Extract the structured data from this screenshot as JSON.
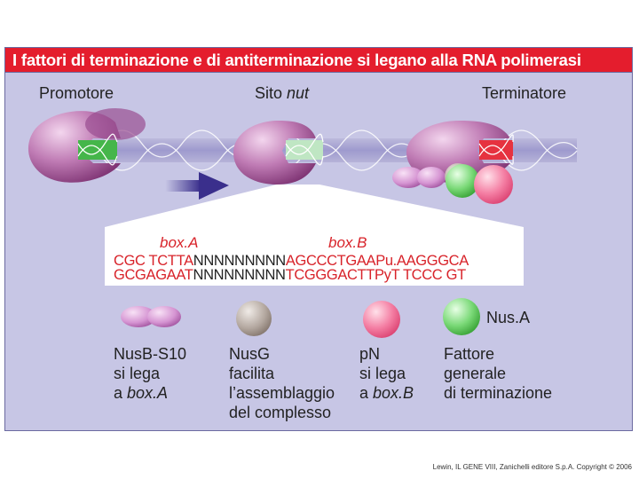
{
  "title": "I fattori di terminazione e di antiterminazione si legano alla RNA polimerasi",
  "stages": {
    "promotore": "Promotore",
    "sito_prefix": "Sito ",
    "sito_italic": "nut",
    "terminatore": "Terminatore"
  },
  "boxes": {
    "boxA": "box.A",
    "boxB": "box.B"
  },
  "sequence": {
    "top": {
      "red1": "CGC TCTTA",
      "dark": "NNNNNNNNN",
      "red2": "AGCCCTGAAPu.AAGGGCA"
    },
    "bottom": {
      "red1": "GCGAGAAT",
      "dark": "NNNNNNNNN",
      "red2": "TCGGGACTTPyT TCCC GT"
    }
  },
  "legend": {
    "nusb": {
      "l1": "NusB-S10",
      "l2": "si lega",
      "l3_prefix": "a ",
      "l3_italic": "box.A"
    },
    "nusg": {
      "l1": "NusG",
      "l2": "facilita",
      "l3": "l’assemblaggio",
      "l4": "del complesso"
    },
    "pn": {
      "l1": "pN",
      "l2": "si lega",
      "l3_prefix": "a ",
      "l3_italic": "box.B"
    },
    "fattore": {
      "l1": "Fattore",
      "l2": "generale",
      "l3": "di terminazione"
    },
    "nusa_label": "Nus.A"
  },
  "footer": "Lewin, IL GENE VIII, Zanichelli editore S.p.A. Copyright © 2006",
  "colors": {
    "title_bg": "#e41d2d",
    "panel_bg": "#c7c6e5",
    "sequence_red": "#d8232a",
    "polymerase": "#b86aa8",
    "nusb": "#c77cc4",
    "nusg": "#a89c95",
    "pn": "#f06d96",
    "nusa": "#6cd06a"
  }
}
